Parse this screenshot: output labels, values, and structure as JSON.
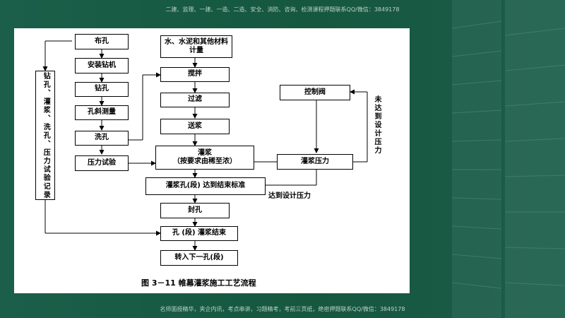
{
  "header_note": "二建、监理、一建、一造、二造、安全、消防、咨询、检测课程押题联系QQ/微信：3849178",
  "footer_note": "名师面授精华，夹企内讯，考点串讲，习题精考，考前三页纸，绝密押题联系QQ/微信：3849178",
  "flow": {
    "left_col": {
      "bu_kong": "布孔",
      "install_drill": "安装钻机",
      "drill": "钻孔",
      "slope_measure": "孔斜测量",
      "wash": "洗孔",
      "pressure_test": "压力试验"
    },
    "record_label": "钻孔、灌浆、洗孔、压力试验记录",
    "material": "水、水泥和其他材料\n计量",
    "mix": "搅拌",
    "filter": "过滤",
    "feed": "送浆",
    "grouting": "灌浆\n（按要求由稀至浓）",
    "reach_standard": "灌浆孔(段) 达到结束标准",
    "seal": "封孔",
    "finish": "孔 (段) 灌浆结束",
    "next_hole": "转入下一孔(段)",
    "control_valve": "控制阀",
    "grout_pressure": "灌浆压力",
    "not_reached_label": "未达到设计压力",
    "reached_label": "达到设计压力"
  },
  "caption": "图 3－11  帷幕灌浆施工工艺流程"
}
